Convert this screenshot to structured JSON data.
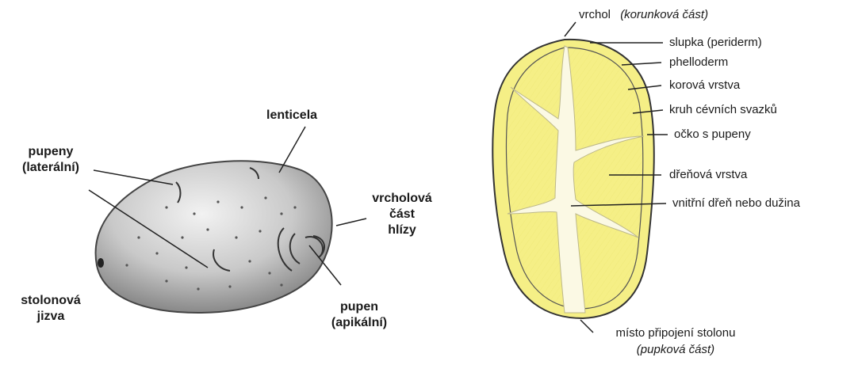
{
  "colors": {
    "flesh": "#f5ef86",
    "pith": "#fbf9e4",
    "skin": "#7a7a7a",
    "ink": "#1a1a1a"
  },
  "left_tuber": {
    "labels": {
      "lenticela": "lenticela",
      "pupeny_lateral_1": "pupeny",
      "pupeny_lateral_2": "(laterální)",
      "vrcholova_1": "vrcholová",
      "vrcholova_2": "část",
      "vrcholova_3": "hlízy",
      "stolonova_1": "stolonová",
      "stolonova_2": "jizva",
      "pupen_apikalni_1": "pupen",
      "pupen_apikalni_2": "(apikální)"
    }
  },
  "right_section": {
    "labels": {
      "vrchol": "vrchol",
      "vrchol_note": "(korunková část)",
      "slupka": "slupka (periderm)",
      "phelloderm": "phelloderm",
      "korova": "korová vrstva",
      "kruh": "kruh cévních svazků",
      "ocko": "očko s pupeny",
      "drenova": "dřeňová vrstva",
      "vnitrni": "vnitřní dřeň nebo dužina",
      "misto_1": "místo připojení stolonu",
      "misto_2": "(pupková část)"
    }
  }
}
